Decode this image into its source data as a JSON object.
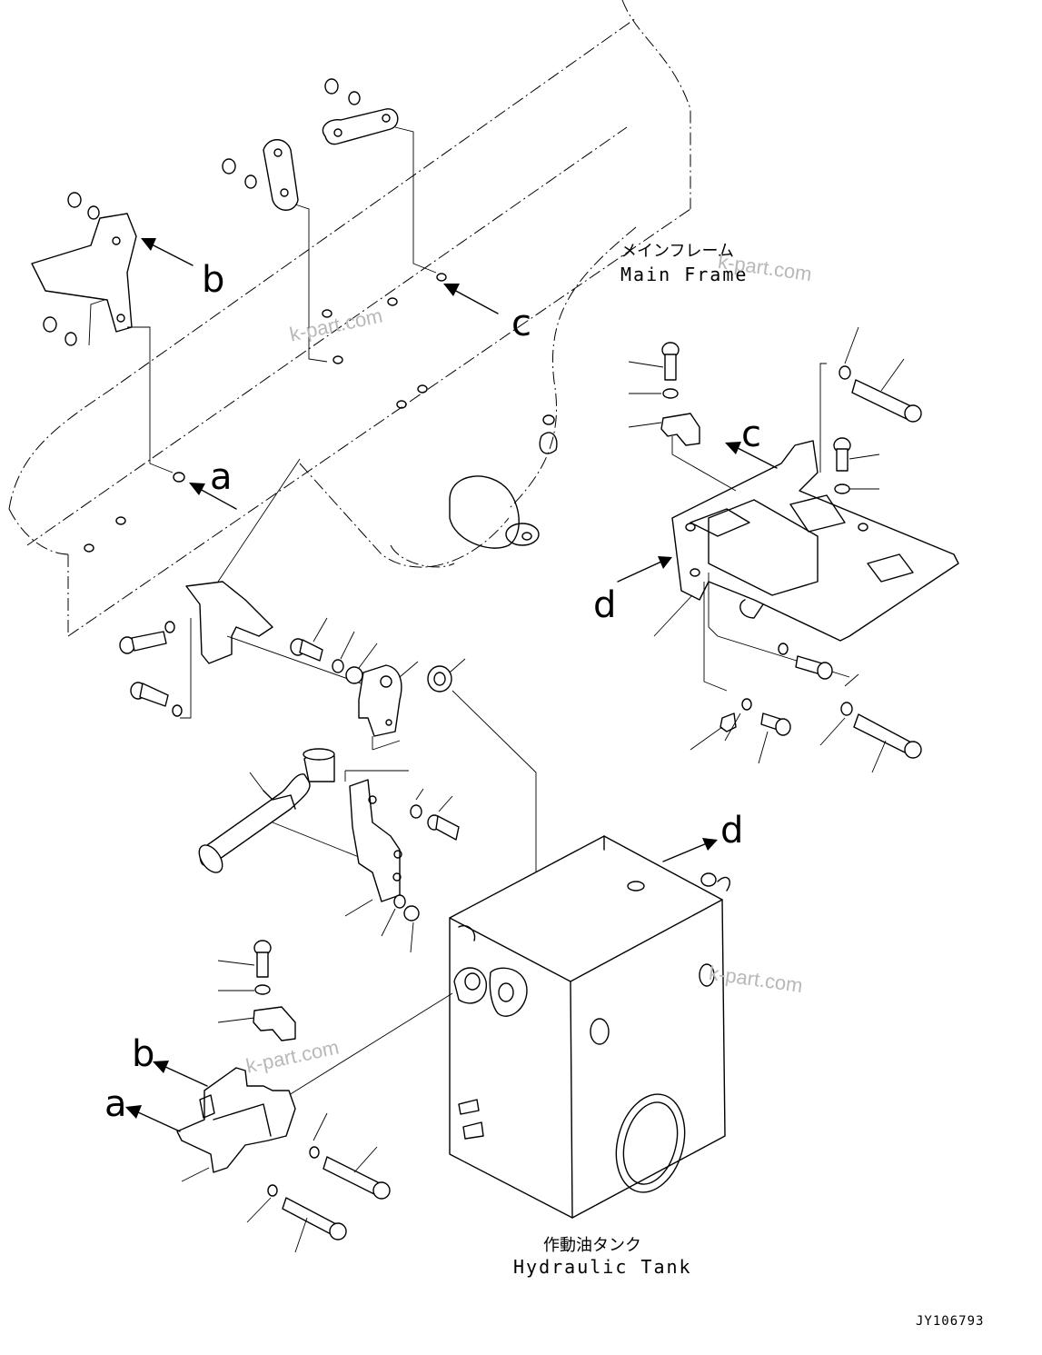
{
  "labels": {
    "main_frame_jp": "メインフレーム",
    "main_frame_en": "Main Frame",
    "hydraulic_tank_jp": "作動油タンク",
    "hydraulic_tank_en": "Hydraulic Tank",
    "figure_id": "JY106793"
  },
  "markers": {
    "a": "a",
    "b": "b",
    "c": "c",
    "d": "d"
  },
  "watermark": "k-part.com"
}
